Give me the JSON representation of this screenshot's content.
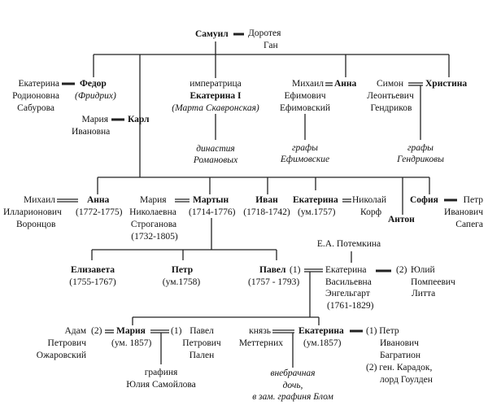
{
  "gen1": {
    "samuil": "Самуил",
    "doroteya_1": "Доротея",
    "doroteya_2": "Ган"
  },
  "gen2": {
    "fedor_spouse": [
      "Екатерина",
      "Родионовна",
      "Сабурова"
    ],
    "fedor": "Федор",
    "fedor_alt": "(Фридрих)",
    "karl_spouse": [
      "Мария",
      "Ивановна"
    ],
    "karl": "Карл",
    "ekaterina_title": "императрица",
    "ekaterina": "Екатерина I",
    "ekaterina_alt": "(Марта Скавронская)",
    "ekaterina_desc": [
      "династия",
      "Романовых"
    ],
    "anna_spouse": [
      "Михаил",
      "Ефимович",
      "Ефимовский"
    ],
    "anna": "Анна",
    "anna_desc": [
      "графы",
      "Ефимовские"
    ],
    "hristina_spouse": [
      "Симон",
      "Леонтьевич",
      "Гендриков"
    ],
    "hristina": "Христина",
    "hristina_desc": [
      "графы",
      "Гендриковы"
    ]
  },
  "gen3": {
    "anna_spouse": [
      "Михаил",
      "Илларионович",
      "Воронцов"
    ],
    "anna": "Анна",
    "anna_years": "(1772-1775)",
    "martyn_spouse": [
      "Мария",
      "Николаевна",
      "Строганова",
      "(1732-1805)"
    ],
    "martyn": "Мартын",
    "martyn_years": "(1714-1776)",
    "ivan": "Иван",
    "ivan_years": "(1718-1742)",
    "ekaterina": "Екатерина",
    "ekaterina_years": "(ум.1757)",
    "ekaterina_spouse": [
      "Николай",
      "Корф"
    ],
    "anton": "Антон",
    "sofia": "София",
    "sofia_spouse": [
      "Петр",
      "Иванович",
      "Сапега"
    ]
  },
  "gen4": {
    "elizaveta": "Елизавета",
    "elizaveta_years": "(1755-1767)",
    "petr": "Петр",
    "petr_years": "(ум.1758)",
    "pavel": "Павел",
    "pavel_mark": "(1)",
    "pavel_years": "(1757 - 1793)",
    "potemkina": "Е.А. Потемкина",
    "pavel_spouse": [
      "Екатерина",
      "Васильевна",
      "Энгельгарт",
      "(1761-1829)"
    ],
    "second_spouse_mark": "(2)",
    "second_spouse": [
      "Юлий",
      "Помпеевич",
      "Литта"
    ]
  },
  "gen5": {
    "maria_spouse2": [
      "Адам",
      "Петрович",
      "Ожаровский"
    ],
    "maria_mark2": "(2)",
    "maria": "Мария",
    "maria_years": "(ум. 1857)",
    "maria_mark1": "(1)",
    "maria_spouse1": [
      "Павел",
      "Петрович",
      "Пален"
    ],
    "maria_child": [
      "графиня",
      "Юлия Самойлова"
    ],
    "ekaterina_lover": [
      "князь",
      "Меттерних"
    ],
    "ekaterina": "Екатерина",
    "ekaterina_years": "(ум.1857)",
    "ekaterina_spouses": [
      "(1) Петр",
      "Иванович",
      "Багратион",
      "(2) ген. Карадок,",
      "лорд Гоулден"
    ],
    "ekaterina_child": [
      "внебрачная",
      "дочь,",
      "в зам. графиня Блом"
    ]
  }
}
